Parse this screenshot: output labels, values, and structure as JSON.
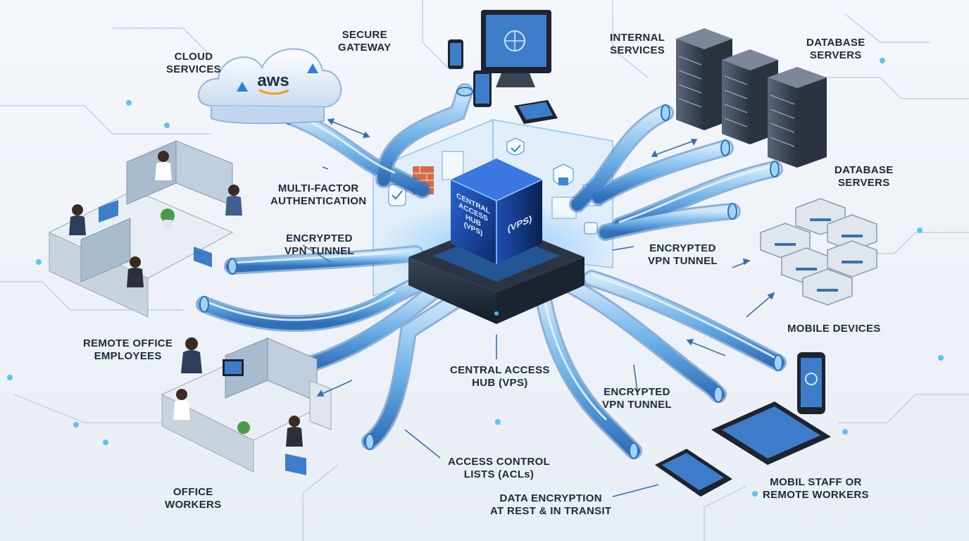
{
  "labels": {
    "cloud_services": [
      "CLOUD",
      "SERVICES"
    ],
    "secure_gateway": [
      "SECURE",
      "GATEWAY"
    ],
    "internal_services": [
      "INTERNAL",
      "SERVICES"
    ],
    "database_servers_top": [
      "DATABASE",
      "SERVERS"
    ],
    "database_servers_right": [
      "DATABASE",
      "SERVERS"
    ],
    "multi_factor_auth": [
      "MULTI-FACTOR",
      "AUTHENTICATION"
    ],
    "encrypted_vpn_left": [
      "ENCRYPTED",
      "VPN TUNNEL"
    ],
    "encrypted_vpn_right": [
      "ENCRYPTED",
      "VPN TUNNEL"
    ],
    "encrypted_vpn_bottom": [
      "ENCRYPTED",
      "VPN TUNNEL"
    ],
    "mobile_devices": [
      "MOBILE DEVICES"
    ],
    "remote_office_employees": [
      "REMOTE OFFICE",
      "EMPLOYEES"
    ],
    "central_access_hub": [
      "CENTRAL ACCESS",
      "HUB (VPS)"
    ],
    "office_workers": [
      "OFFICE",
      "WORKERS"
    ],
    "access_control_lists": [
      "ACCESS CONTROL",
      "LISTS (ACLs)"
    ],
    "data_encryption": [
      "DATA ENCRYPTION",
      "AT REST & IN TRANSIT"
    ],
    "mobile_staff": [
      "MOBIL STAFF OR",
      "REMOTE WORKERS"
    ]
  },
  "cloud_logo": "aws",
  "cube": {
    "front": [
      "CENTRAL",
      "ACCESS",
      "HUB",
      "(VPS)"
    ],
    "side": "(VPS)"
  },
  "colors": {
    "tube": "#6fb4ea",
    "tube_dark": "#2f6fb8",
    "accent": "#3aa0ff",
    "cube_dark": "#0f2f73",
    "cube_mid": "#1f57c2",
    "server": "#4a5566",
    "text": "#1d2a3a"
  }
}
